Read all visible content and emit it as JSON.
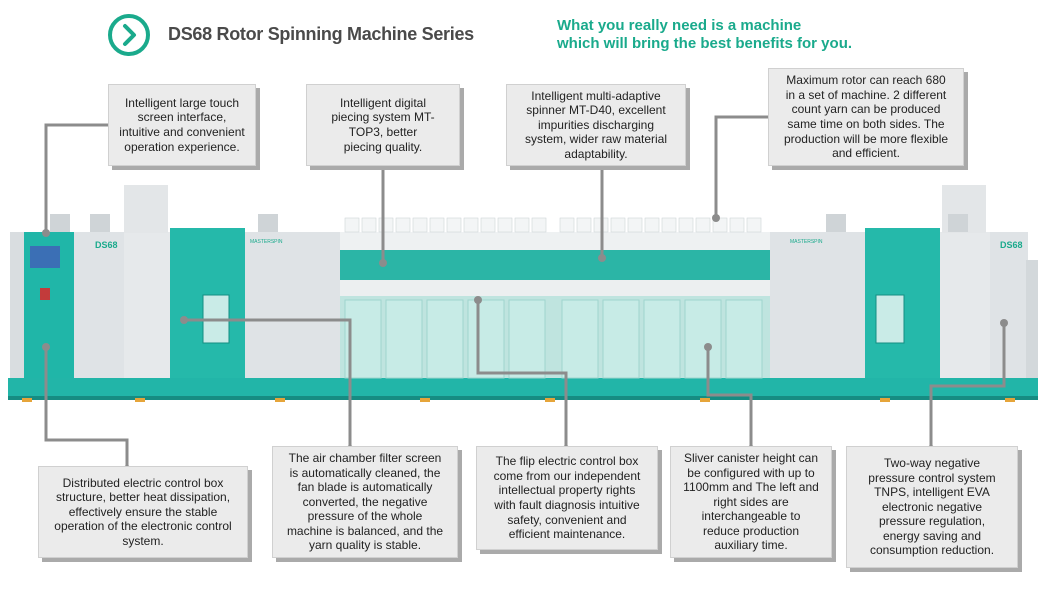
{
  "header": {
    "title": "DS68 Rotor Spinning Machine Series",
    "slogan_line1": "What you really need is a machine",
    "slogan_line2": "which will bring the best benefits for you."
  },
  "machine": {
    "logo_left": "DS68",
    "logo_right": "DS68",
    "brand_small_left": "MASTERSPIN",
    "brand_small_right": "MASTERSPIN"
  },
  "callouts": {
    "touch_screen": "Intelligent large touch screen interface, intuitive and convenient operation experience.",
    "piecing": "Intelligent digital piecing system MT-TOP3, better piecing quality.",
    "spinner": "Intelligent multi-adaptive spinner MT-D40, excellent impurities discharging system, wider raw material adaptability.",
    "rotor": "Maximum rotor can reach 680 in a set of machine. 2 different count yarn can be produced same time on both sides. The production will be more flexible and efficient.",
    "control_box": "Distributed electric control box structure, better heat dissipation, effectively ensure the stable operation of the electronic control system.",
    "filter": "The air chamber filter screen is automatically cleaned, the fan blade is automatically converted, the negative pressure of the whole machine is balanced, and the yarn quality is stable.",
    "flip_box": "The flip electric control box come from our independent intellectual property rights with fault diagnosis intuitive safety, convenient and efficient maintenance.",
    "sliver": "Sliver canister height can be configured with up to 1100mm and The left and right sides are interchangeable to reduce production auxiliary time.",
    "pressure": "Two-way negative pressure control system TNPS, intelligent EVA electronic negative pressure regulation, energy saving and consumption reduction."
  },
  "colors": {
    "accent": "#1aaa8c",
    "teal_panel": "#1fb3a6",
    "box_bg": "#ebebeb",
    "line": "#8c8c8c"
  }
}
